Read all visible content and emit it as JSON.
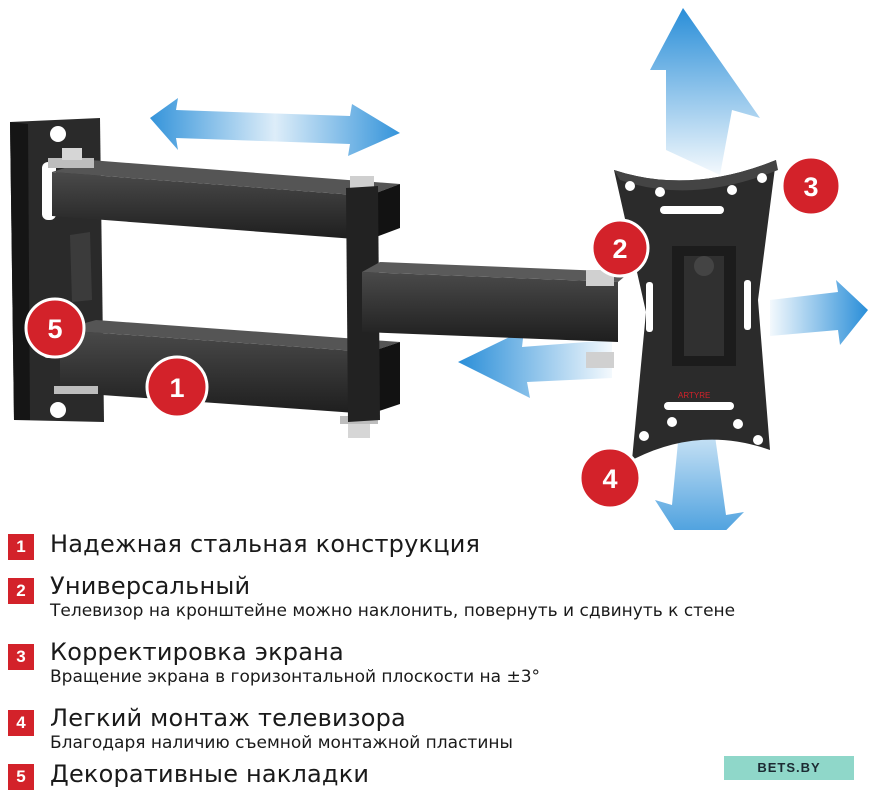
{
  "badges": [
    "1",
    "2",
    "3",
    "4",
    "5"
  ],
  "plate_logo": "ARTYRE",
  "features": [
    {
      "number": "1",
      "title": "Надежная стальная конструкция",
      "description": ""
    },
    {
      "number": "2",
      "title": "Универсальный",
      "description": "Телевизор на кронштейне можно наклонить, повернуть и сдвинуть к стене"
    },
    {
      "number": "3",
      "title": "Корректировка экрана",
      "description": "Вращение экрана в горизонтальной плоскости на ±3°"
    },
    {
      "number": "4",
      "title": "Легкий монтаж телевизора",
      "description": "Благодаря наличию съемной монтажной пластины"
    },
    {
      "number": "5",
      "title": "Декоративные накладки",
      "description": ""
    }
  ],
  "watermark": "BETS.BY",
  "colors": {
    "accent_red": "#d3222a",
    "arrow_blue": "#1e88d6",
    "metal_dark": "#262626"
  }
}
